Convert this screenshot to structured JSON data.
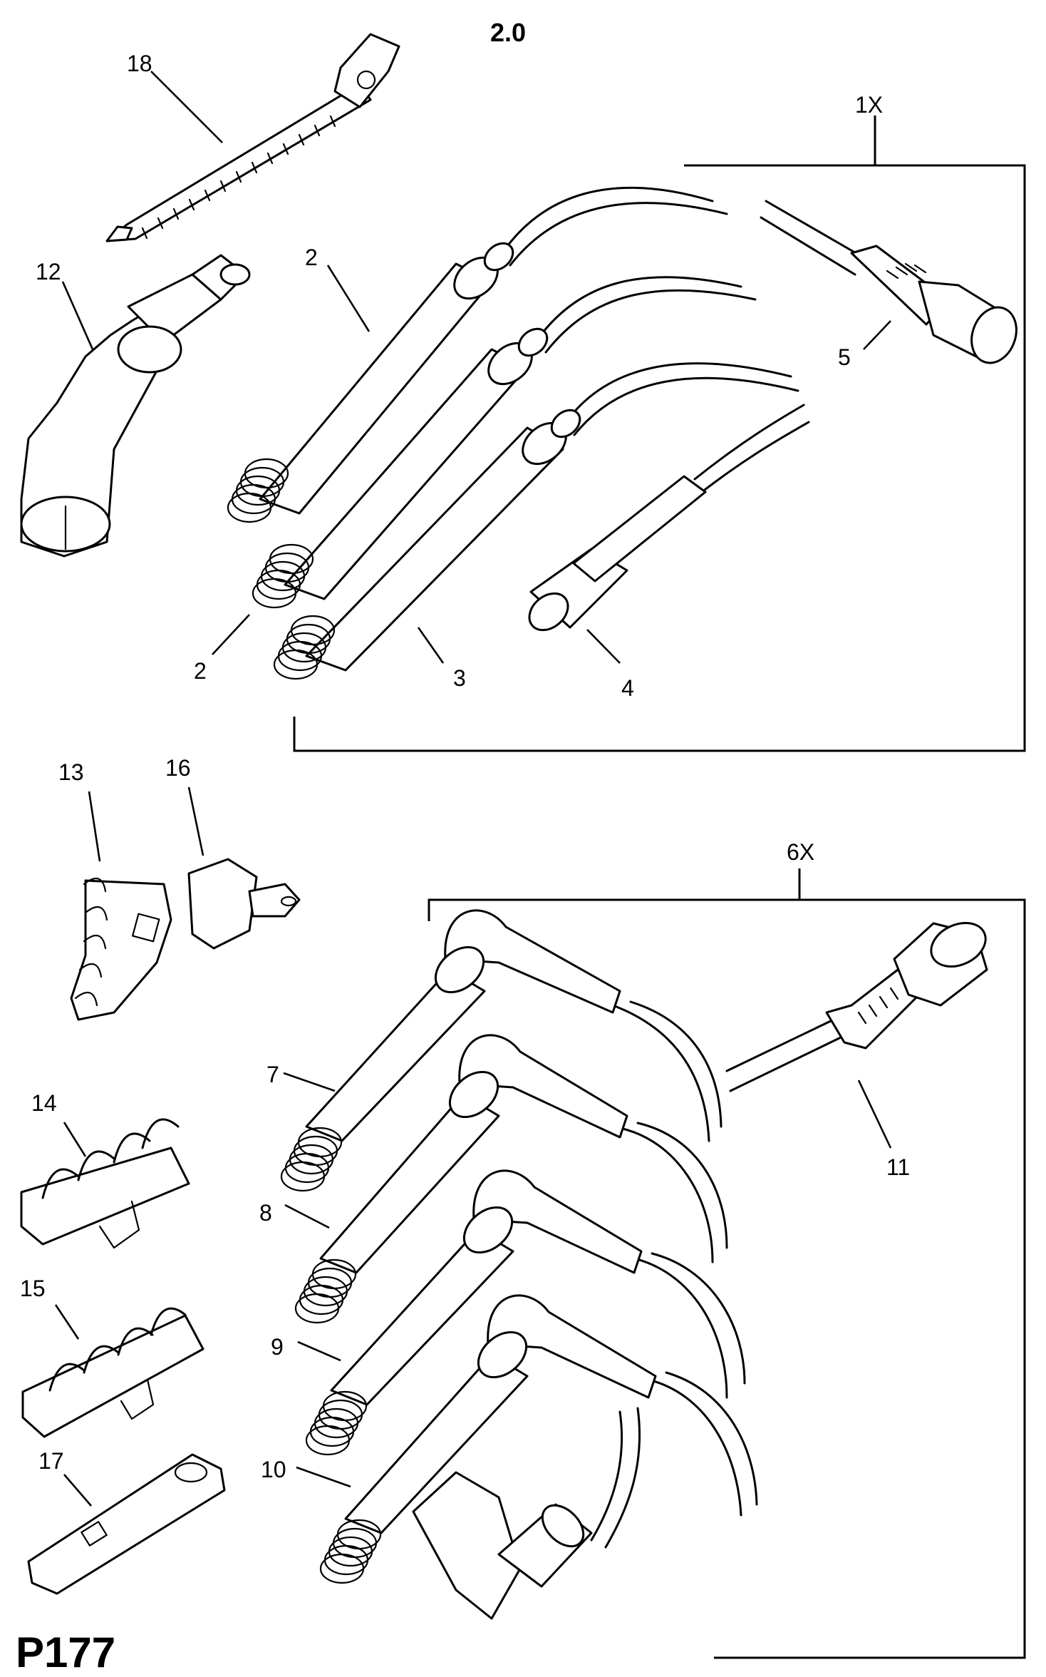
{
  "header": {
    "engine": "2.0"
  },
  "footer": {
    "page_code": "P177"
  },
  "groups": {
    "set_a_qty": "1X",
    "set_b_qty": "6X"
  },
  "callouts": {
    "c18": "18",
    "c12": "12",
    "c2a": "2",
    "c2b": "2",
    "c3": "3",
    "c4": "4",
    "c5": "5",
    "c13": "13",
    "c16": "16",
    "c14": "14",
    "c15": "15",
    "c17": "17",
    "c7": "7",
    "c8": "8",
    "c9": "9",
    "c10": "10",
    "c11": "11"
  }
}
